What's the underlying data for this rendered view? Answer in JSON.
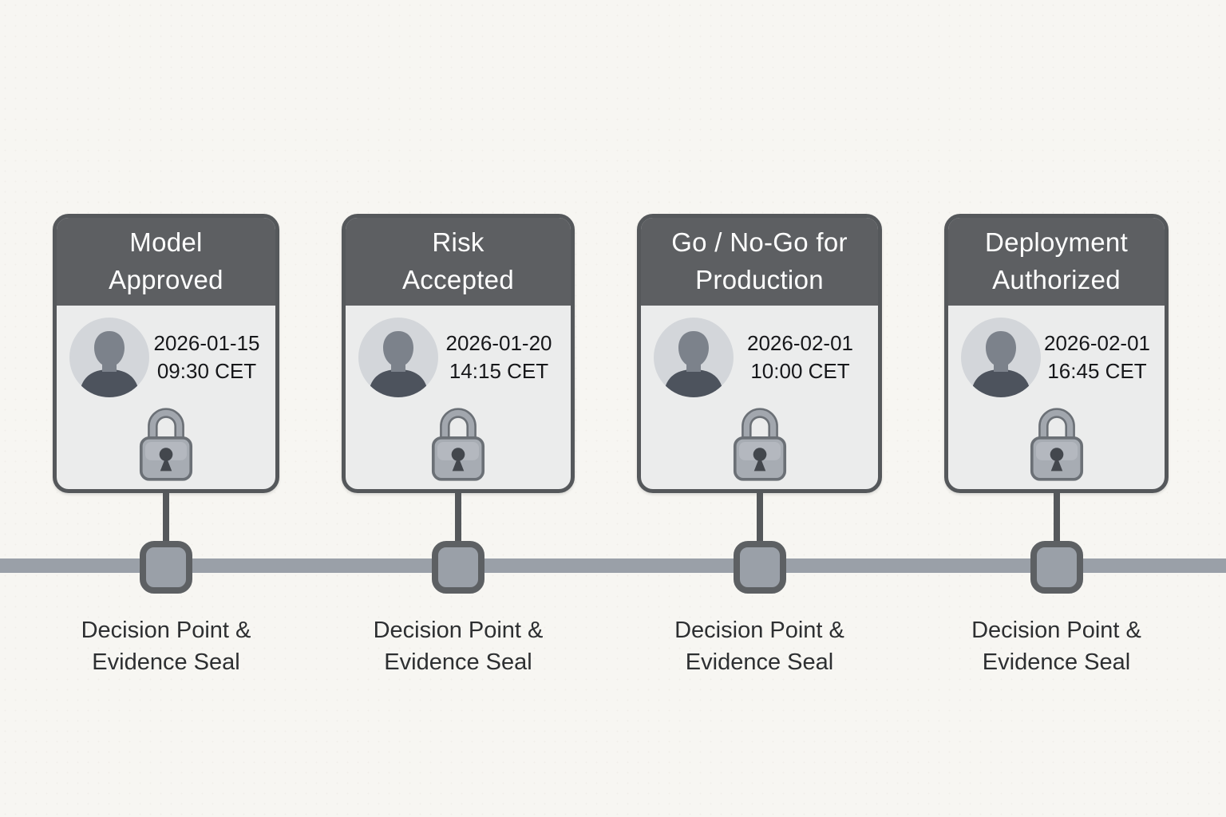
{
  "diagram": {
    "background_color": "#f7f6f2",
    "timeline": {
      "bar_color": "#9aa0a8",
      "node_fill": "#9aa0a8",
      "node_border_color": "#5d6063",
      "caption_line1": "Decision Point &",
      "caption_line2": "Evidence Seal"
    },
    "card_style": {
      "header_color": "#5d5f62",
      "border_color": "#55585b",
      "body_color": "#ebecec"
    },
    "icons": {
      "avatar": "person-avatar-icon",
      "lock": "padlock-icon"
    },
    "milestones": [
      {
        "title_line1": "Model",
        "title_line2": "Approved",
        "date": "2026-01-15",
        "time": "09:30 CET"
      },
      {
        "title_line1": "Risk",
        "title_line2": "Accepted",
        "date": "2026-01-20",
        "time": "14:15 CET"
      },
      {
        "title_line1": "Go / No-Go for",
        "title_line2": "Production",
        "date": "2026-02-01",
        "time": "10:00 CET"
      },
      {
        "title_line1": "Deployment",
        "title_line2": "Authorized",
        "date": "2026-02-01",
        "time": "16:45 CET"
      }
    ]
  }
}
